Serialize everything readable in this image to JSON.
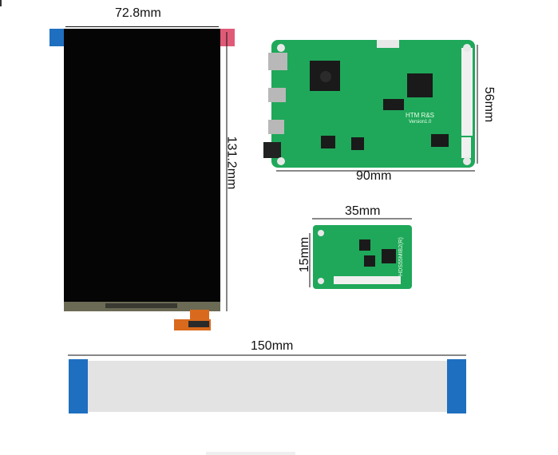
{
  "dimensions": {
    "lcd_width": "72.8mm",
    "lcd_height": "131.2mm",
    "board_width": "90mm",
    "board_height": "56mm",
    "small_width": "35mm",
    "small_height": "15mm",
    "cable_length": "150mm"
  },
  "board_labels": {
    "main_brand": "HTM R&S",
    "main_version": "Version1.0",
    "small_code": "HDS55MIB2(R)"
  },
  "colors": {
    "pcb_green": "#1fa85a",
    "lcd_black": "#050505",
    "tab_blue": "#1e6fc0",
    "tab_pink": "#e05a78",
    "flex_orange": "#d9691c"
  }
}
